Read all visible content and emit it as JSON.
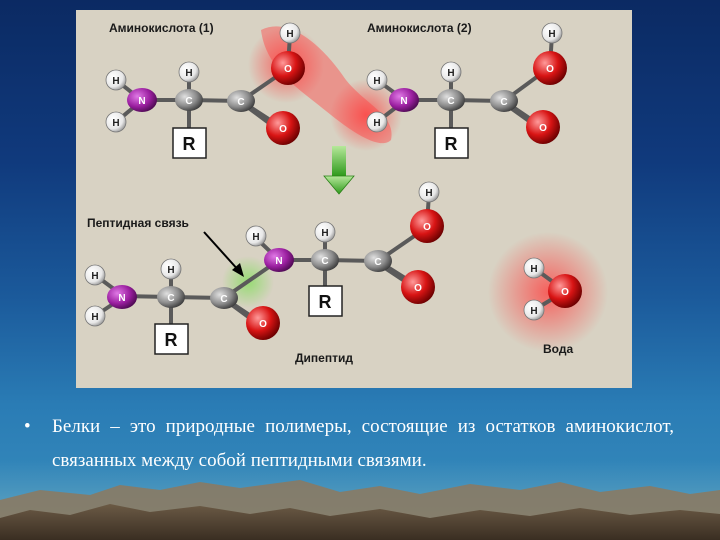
{
  "diagram": {
    "labels": {
      "amino_acid_1": "Аминокислота (1)",
      "amino_acid_2": "Аминокислота (2)",
      "peptide_bond": "Пептидная связь",
      "dipeptide": "Дипептид",
      "water": "Вода"
    },
    "atoms": {
      "H": "H",
      "N": "N",
      "C": "C",
      "O": "O"
    },
    "r_group": "R",
    "arrow_icon": "arrow-down-icon",
    "colors": {
      "H": "#ffffff",
      "N": "#9b1fa0",
      "C": "#8c8c8c",
      "O": "#d81414",
      "arrow": "#3fae2a",
      "highlight_red": "#ff4a4a",
      "highlight_green": "#8fdc6a"
    }
  },
  "caption": {
    "bullet": "•",
    "text": "Белки – это природные полимеры, состоящие из остатков аминокислот, связанных между собой пептидными связями."
  }
}
